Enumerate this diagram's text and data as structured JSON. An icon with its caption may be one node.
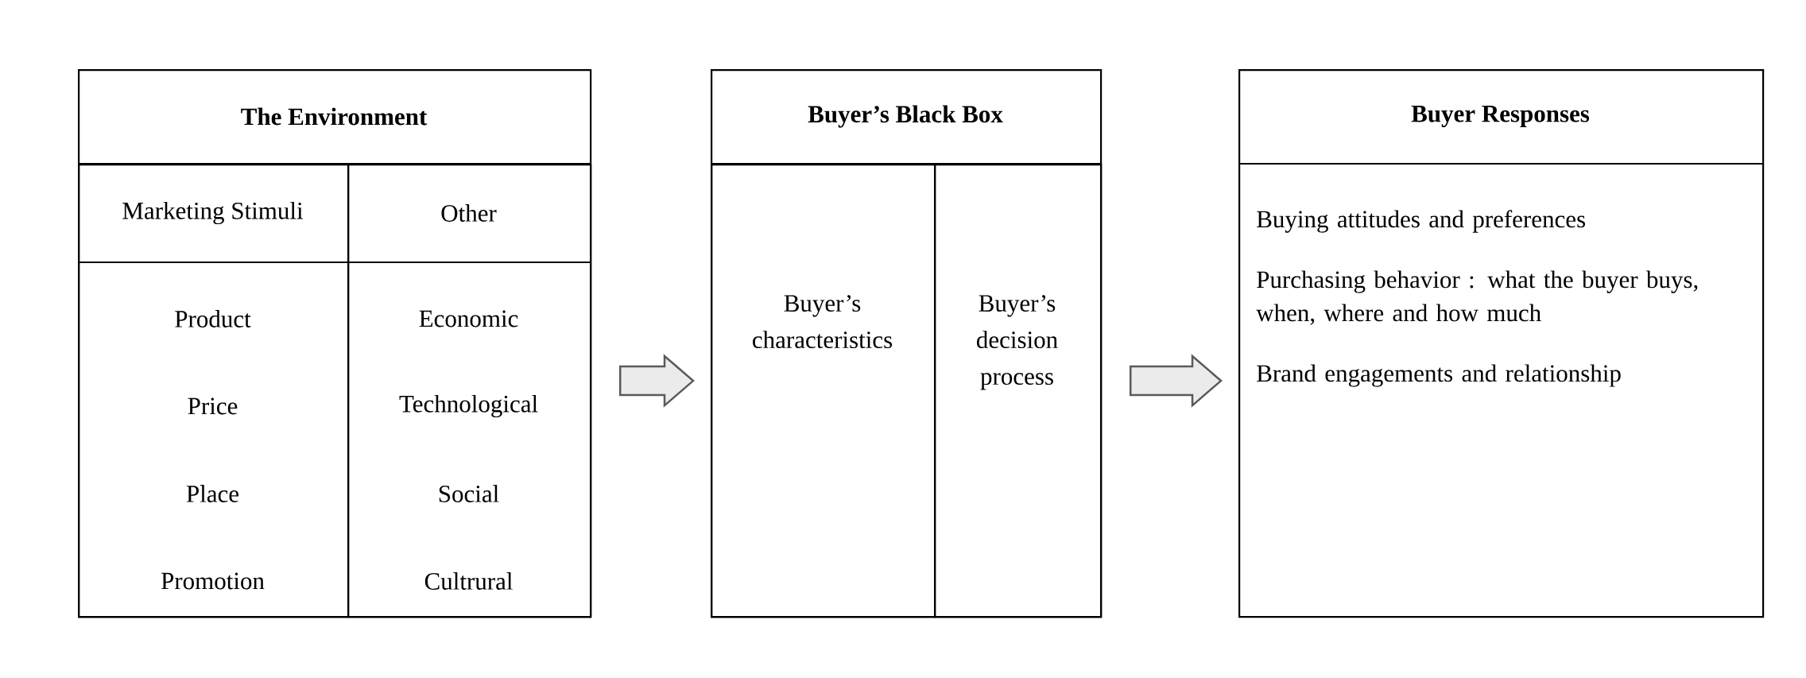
{
  "diagram": {
    "nodes": [
      {
        "text": [
          "The Environment"
        ]
      },
      {
        "text": [
          "Marketing Stimuli",
          "Product",
          "Price",
          "Place",
          "Promotion"
        ],
        "in": 0
      },
      {
        "text": [
          "Other",
          "Economic",
          "Technological",
          "Social",
          "Cultrural"
        ],
        "in": 0
      },
      {
        "text": [
          "Buyer’s Black Box"
        ]
      },
      {
        "text": [
          "Buyer’s characteristics"
        ],
        "in": 3
      },
      {
        "text": [
          "Buyer’s decision process"
        ],
        "in": 3
      },
      {
        "text": [
          "Buyer Responses",
          "Buying attitudes  and preferences",
          "Purchasing behavior : what the buyer buys, when, where and how much",
          "Brand engagements  and relationship"
        ]
      }
    ],
    "edges": [
      {
        "from": 0,
        "to": 3,
        "arrow": "to"
      },
      {
        "from": 3,
        "to": 6,
        "arrow": "to"
      }
    ]
  }
}
